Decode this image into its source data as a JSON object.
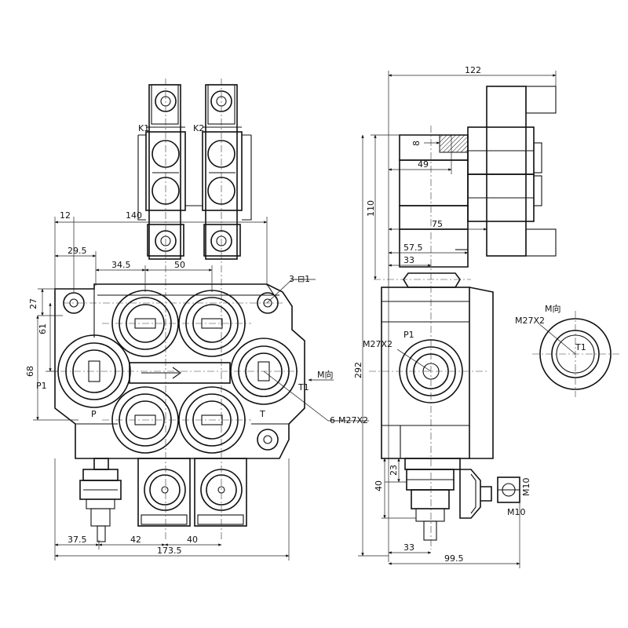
{
  "colors": {
    "line": "#111111",
    "background": "#ffffff"
  },
  "front": {
    "k1": "K1",
    "k2": "K2",
    "p": "P",
    "p1": "P1",
    "t": "T",
    "t1": "T1",
    "m_direction": "M向",
    "hole_note": "3-⊟1",
    "port_note": "6-M27X2"
  },
  "side": {
    "p1": "P1",
    "thread": "M27X2",
    "m10_a": "M10",
    "m10_b": "M10"
  },
  "detail": {
    "title": "M向",
    "thread": "M27X2",
    "port": "T1"
  },
  "dims": {
    "front": {
      "d12": "12",
      "d140": "140",
      "d29_5": "29.5",
      "d34_5": "34.5",
      "d50": "50",
      "d27": "27",
      "d61": "61",
      "d68": "68",
      "d37_5": "37.5",
      "d42": "42",
      "d40": "40",
      "d173_5": "173.5"
    },
    "side": {
      "d122": "122",
      "d8": "8",
      "d49": "49",
      "d110": "110",
      "d75": "75",
      "d57_5": "57.5",
      "d33_top": "33",
      "d292": "292",
      "d23": "23",
      "d40": "40",
      "d33_bottom": "33",
      "d99_5": "99.5"
    }
  }
}
